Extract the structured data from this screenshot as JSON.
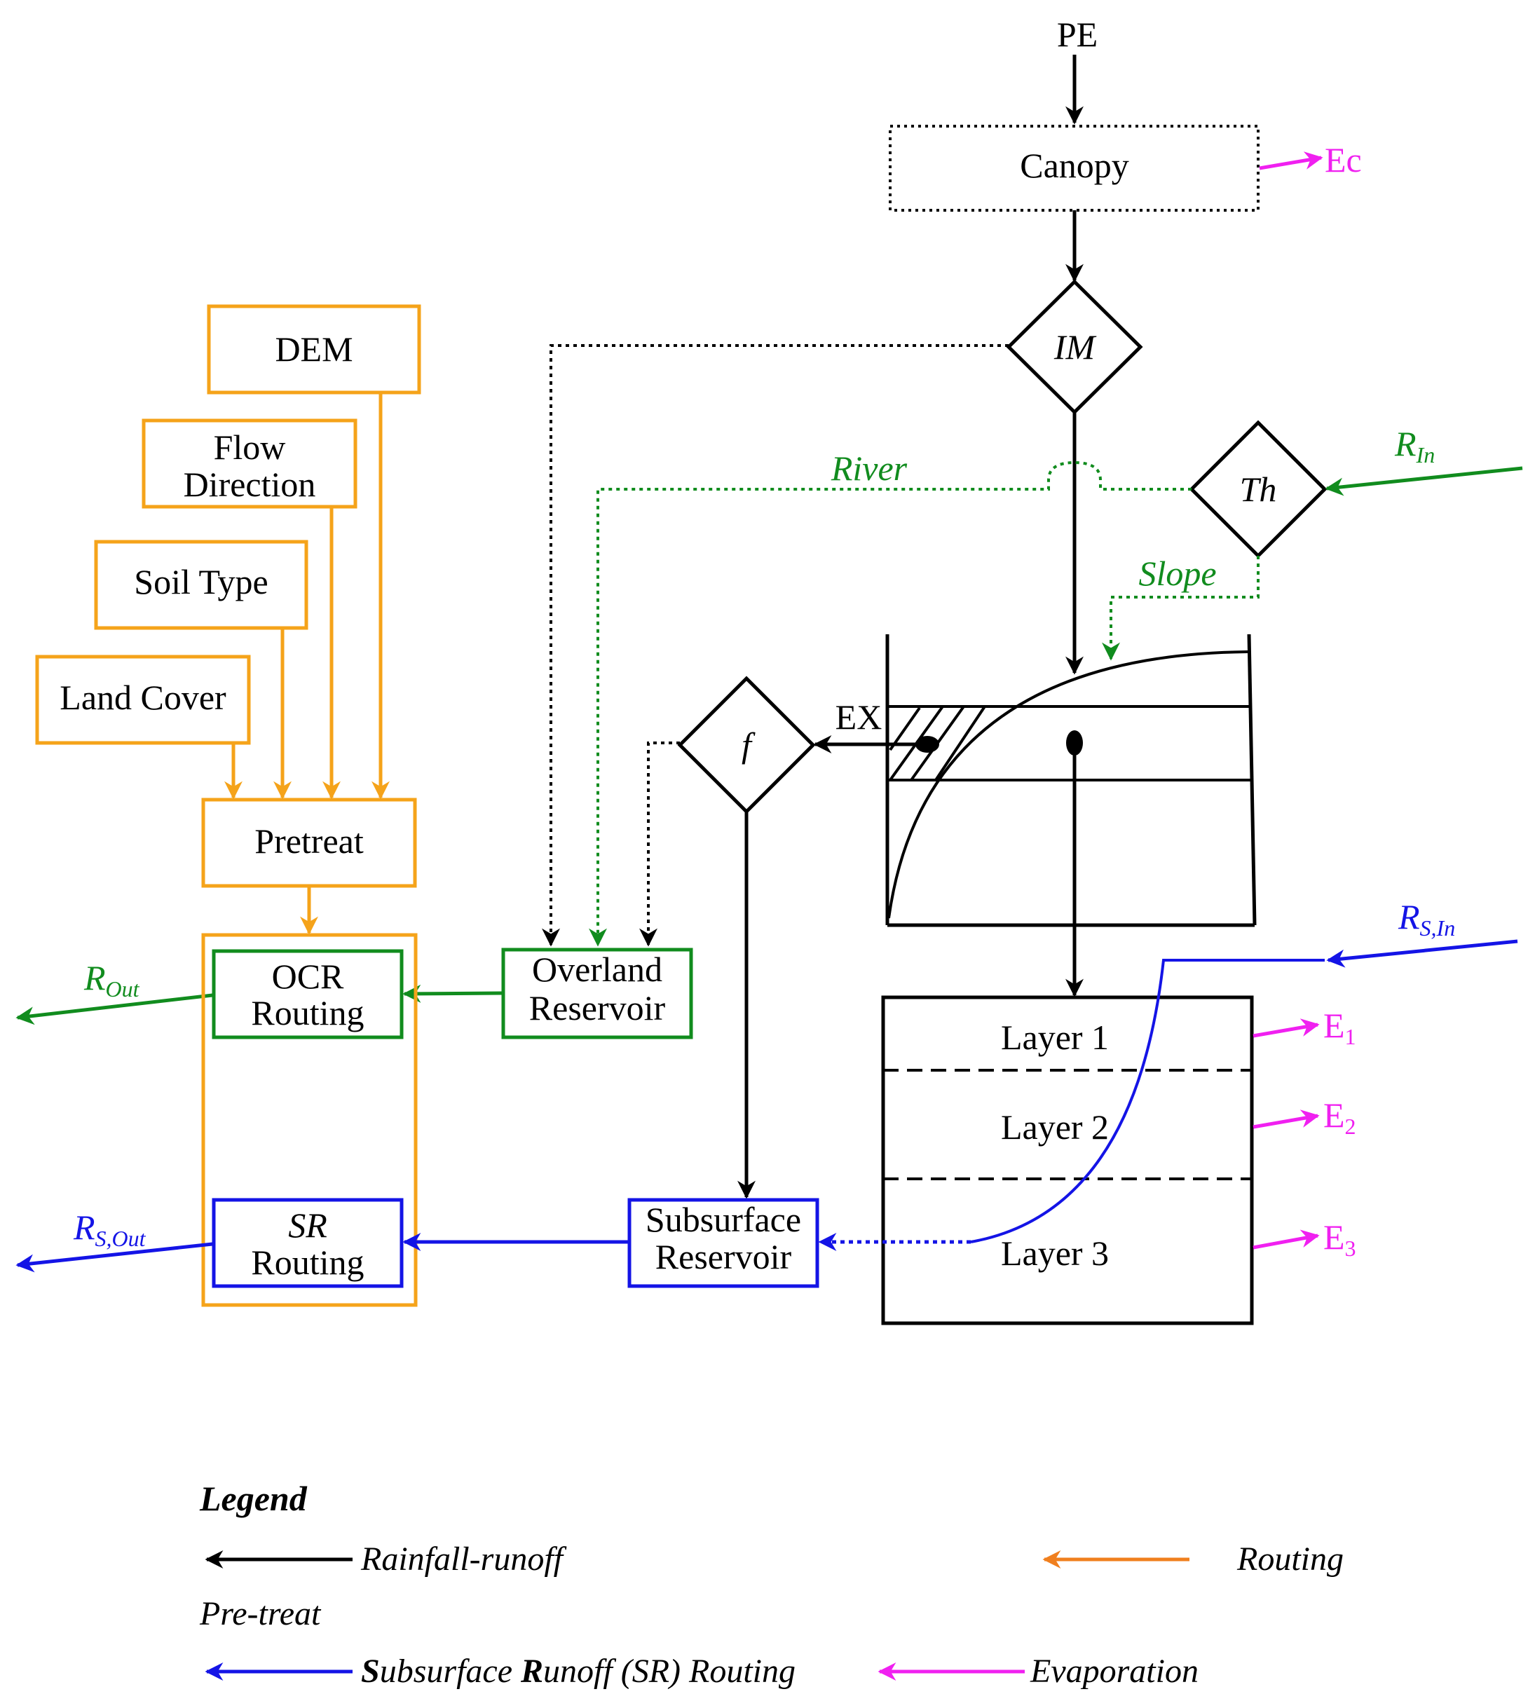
{
  "colors": {
    "rainfall": "#000000",
    "routing": "#f5a31a",
    "routing_legend": "#f07f1e",
    "overland": "#118c1e",
    "subsurface": "#1414e6",
    "evaporation": "#f020f0"
  },
  "nodes": {
    "pe": "PE",
    "canopy": "Canopy",
    "ec": "Ec",
    "im": "IM",
    "th": "Th",
    "f": "f",
    "ex": "EX",
    "river": "River",
    "slope": "Slope",
    "r_in": {
      "base": "R",
      "sub": "In"
    },
    "rs_in": {
      "base": "R",
      "sub": "S,In"
    },
    "r_out": {
      "base": "R",
      "sub": "Out"
    },
    "rs_out": {
      "base": "R",
      "sub": "S,Out"
    },
    "dem": "DEM",
    "flow_direction": [
      "Flow",
      "Direction"
    ],
    "soil_type": "Soil Type",
    "land_cover": "Land Cover",
    "pretreat": "Pretreat",
    "ocr_routing": [
      "OCR",
      "Routing"
    ],
    "sr_routing": [
      "SR",
      "Routing"
    ],
    "overland_reservoir": [
      "Overland",
      "Reservoir"
    ],
    "subsurface_reservoir": [
      "Subsurface",
      "Reservoir"
    ],
    "layers": [
      "Layer 1",
      "Layer 2",
      "Layer 3"
    ],
    "evap": [
      {
        "base": "E",
        "sub": "1"
      },
      {
        "base": "E",
        "sub": "2"
      },
      {
        "base": "E",
        "sub": "3"
      }
    ]
  },
  "legend": {
    "title": "Legend",
    "rainfall_runoff": "Rainfall-runoff",
    "routing": "Routing",
    "pretreat": "Pre-treat",
    "sr_routing": {
      "s": "S",
      "ubsurface": "ubsurface ",
      "r": "R",
      "unoff": "unoff (SR) Routing"
    },
    "evaporation": "Evaporation"
  }
}
